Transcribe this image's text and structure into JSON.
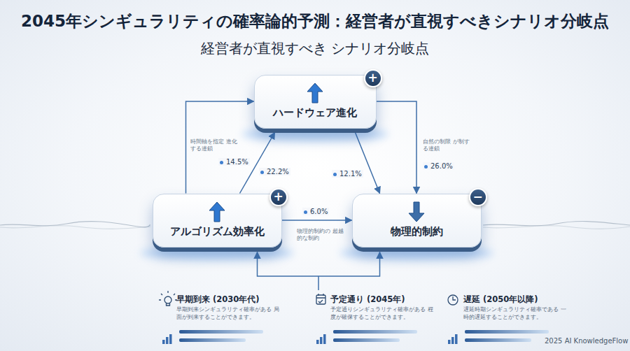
{
  "diagram": {
    "title": "2045年シンギュラリティの確率論的予測：経営者が直視すべきシナリオ分岐点",
    "nodes": [
      {
        "text": [
          "ハードウェア進化"
        ]
      },
      {
        "text": [
          "+"
        ],
        "in": 0
      },
      {
        "text": [
          "アルゴリズム効率化"
        ]
      },
      {
        "text": [
          "+"
        ],
        "in": 2
      },
      {
        "text": [
          "物理的制約"
        ]
      },
      {
        "text": [
          "−"
        ],
        "in": 4
      }
    ],
    "edges": [
      {
        "from": 2,
        "to": 0,
        "arrow": "to"
      },
      {
        "from": 2,
        "to": 0,
        "label": "22.2%",
        "arrow": "to"
      },
      {
        "from": 0,
        "to": 4,
        "label": "26.0%",
        "arrow": "to"
      },
      {
        "from": 0,
        "to": 4,
        "label": "12.1%",
        "arrow": "to"
      },
      {
        "from": 2,
        "to": 4,
        "label": "6.0%",
        "arrow": "to"
      },
      {
        "from": 2,
        "to": 4,
        "arrow": "both"
      }
    ],
    "labels": [
      "経営者が直視すべき シナリオ分岐点",
      "時間軸を指定 進化する連鎖",
      "14.5%",
      "自然の制限 が制する連鎖",
      "物理的制約の 超越的な制約",
      "早期到来 (2030年代)",
      "早期到来シンギュラリティ確率がある 局面が到来することができます。",
      "予定通り (2045年)",
      "予定通りシンギュラリティ確率がある 程度が確保することができます。",
      "遅延 (2050年以降)",
      "遅延時期シンギュラリティ確率である 一時的遅延することができます。",
      "2025 AI KnowledgeFlow"
    ]
  }
}
